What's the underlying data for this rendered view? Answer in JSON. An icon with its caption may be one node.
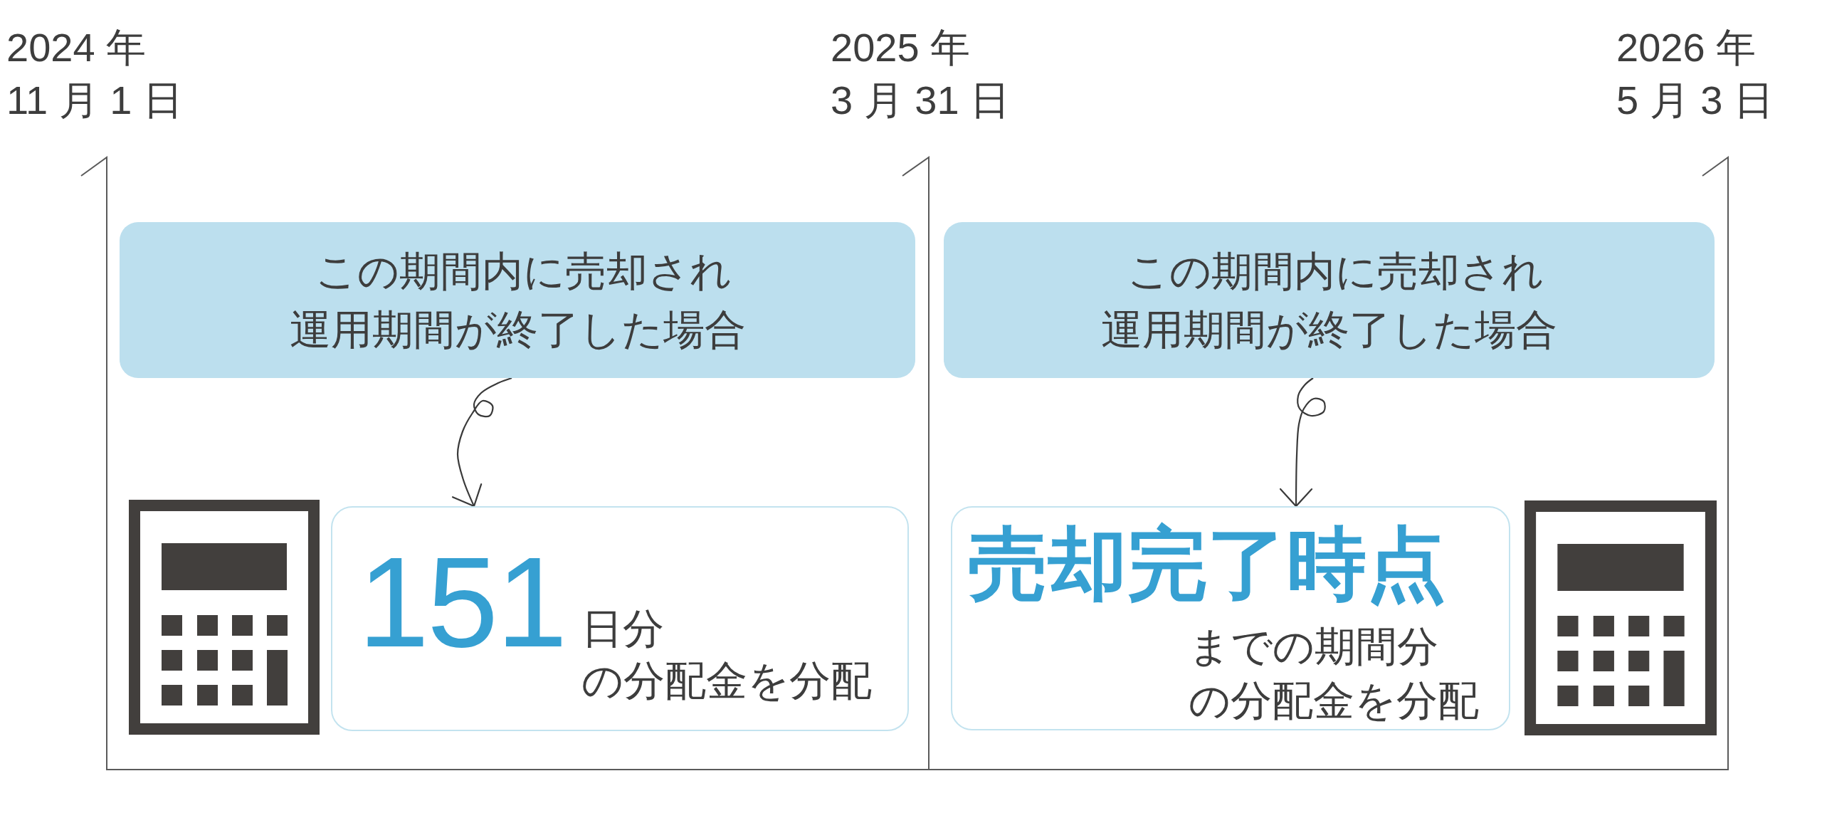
{
  "diagram": {
    "nodes": [
      {
        "text": [
          "この期間内に売却され運用期間が終了した場合"
        ]
      },
      {
        "text": [
          "この期間内に売却され運用期間が終了した場合"
        ]
      },
      {
        "text": [
          "151",
          "日分",
          "の分配金を分配"
        ]
      },
      {
        "text": [
          "売却完了時点",
          "までの期間分",
          "の分配金を分配"
        ]
      }
    ],
    "edges": [
      {
        "from": 0,
        "to": 2,
        "arrow": "to"
      },
      {
        "from": 1,
        "to": 3,
        "arrow": "to"
      }
    ],
    "labels": [
      "2024 年",
      "11 月 1 日",
      "2025 年",
      "3 月 31 日",
      "2026 年",
      "5 月 3 日"
    ]
  }
}
